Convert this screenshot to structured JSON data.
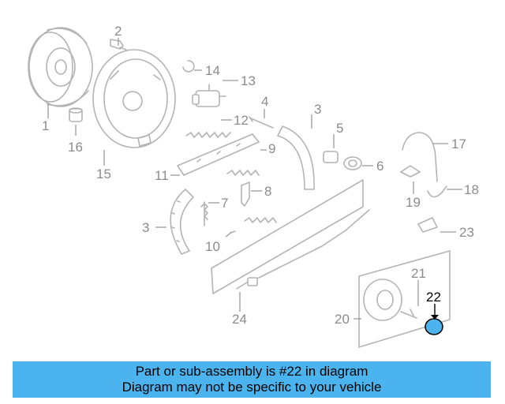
{
  "callouts": {
    "c1": "1",
    "c2": "2",
    "c3a": "3",
    "c3b": "3",
    "c5": "5",
    "c6": "6",
    "c7": "7",
    "c8": "8",
    "c9": "9",
    "c10": "10",
    "c11": "11",
    "c12": "12",
    "c13": "13",
    "c14": "14",
    "c15": "15",
    "c16": "16",
    "c17": "17",
    "c18": "18",
    "c19": "19",
    "c20": "20",
    "c21": "21",
    "c22": "22",
    "c23": "23",
    "c24": "24",
    "c4": "4"
  },
  "highlight_color": "#4bb4ee",
  "banner": {
    "line1": "Part or sub-assembly is #22 in diagram",
    "line2": "Diagram may not be specific to your vehicle"
  }
}
